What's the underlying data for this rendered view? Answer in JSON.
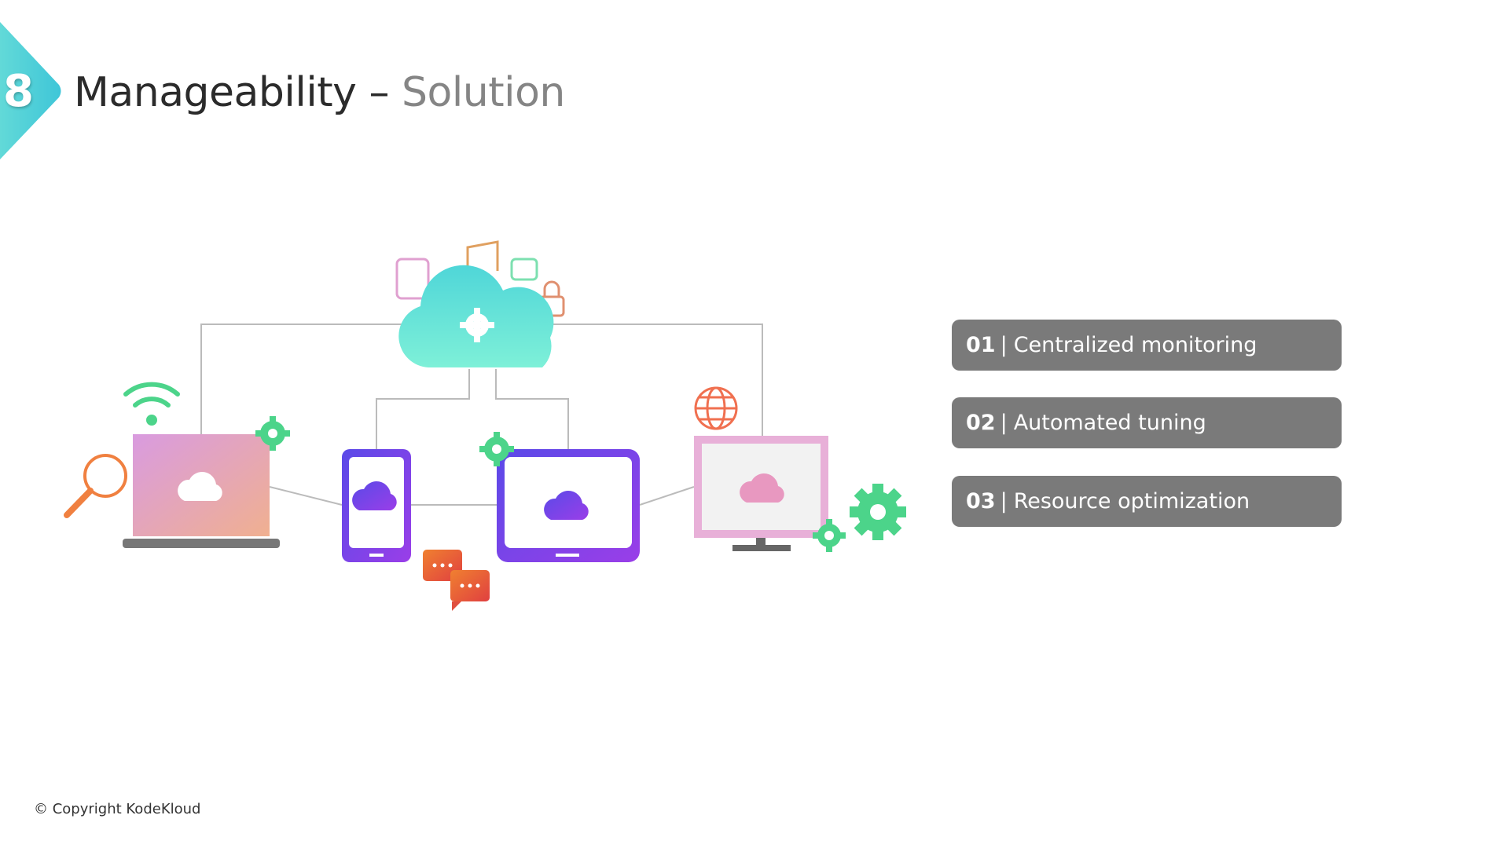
{
  "header": {
    "section_number": "8",
    "title_main": "Manageability –",
    "title_sub": "Solution"
  },
  "colors": {
    "badge": "#4fd1d9",
    "item_bg": "#7a7a7a",
    "gear": "#4cd48a",
    "device": "#6a3ee8"
  },
  "items": [
    {
      "number": "01",
      "separator": "|",
      "label": "Centralized monitoring"
    },
    {
      "number": "02",
      "separator": "|",
      "label": "Automated tuning"
    },
    {
      "number": "03",
      "separator": "|",
      "label": "Resource optimization"
    }
  ],
  "footer": {
    "copyright": "© Copyright KodeKloud"
  }
}
